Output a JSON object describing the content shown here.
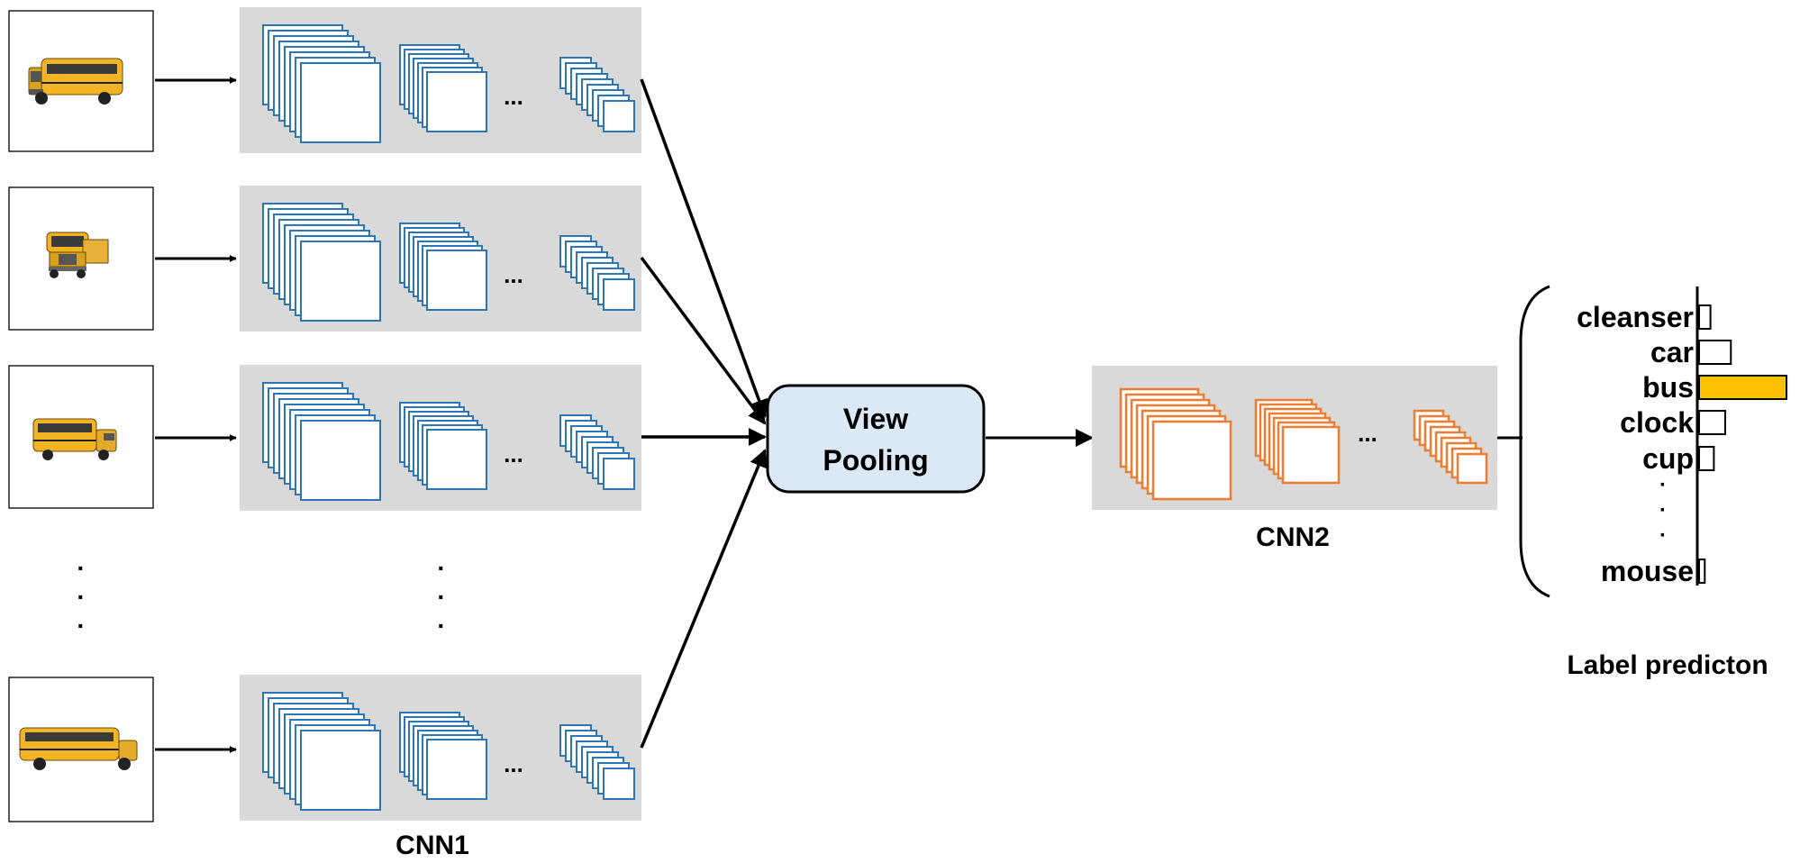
{
  "diagram": {
    "cnn1_label": "CNN1",
    "cnn2_label": "CNN2",
    "view_pooling": {
      "line1": "View",
      "line2": "Pooling"
    },
    "ellipsis": "...",
    "vertical_ellipsis": "·",
    "views": [
      {
        "icon": "school-bus-icon",
        "view": "front-three-quarter"
      },
      {
        "icon": "school-bus-icon",
        "view": "front"
      },
      {
        "icon": "school-bus-icon",
        "view": "side-three-quarter"
      },
      {
        "icon": "school-bus-icon",
        "view": "side"
      }
    ],
    "colors": {
      "panel": "#d9d9d9",
      "cnn1_maps": "#2e75b6",
      "cnn2_maps": "#ed7d31",
      "pooling_fill": "#dbe8f5",
      "highlight_bar": "#ffc000"
    }
  },
  "label_prediction": {
    "title": "Label predicton",
    "labels": [
      {
        "name": "cleanser",
        "score": 0.1,
        "highlight": false
      },
      {
        "name": "car",
        "score": 0.28,
        "highlight": false
      },
      {
        "name": "bus",
        "score": 0.77,
        "highlight": true
      },
      {
        "name": "clock",
        "score": 0.23,
        "highlight": false
      },
      {
        "name": "cup",
        "score": 0.13,
        "highlight": false
      },
      {
        "name": "mouse",
        "score": 0.05,
        "highlight": false
      }
    ],
    "dots": "·"
  }
}
